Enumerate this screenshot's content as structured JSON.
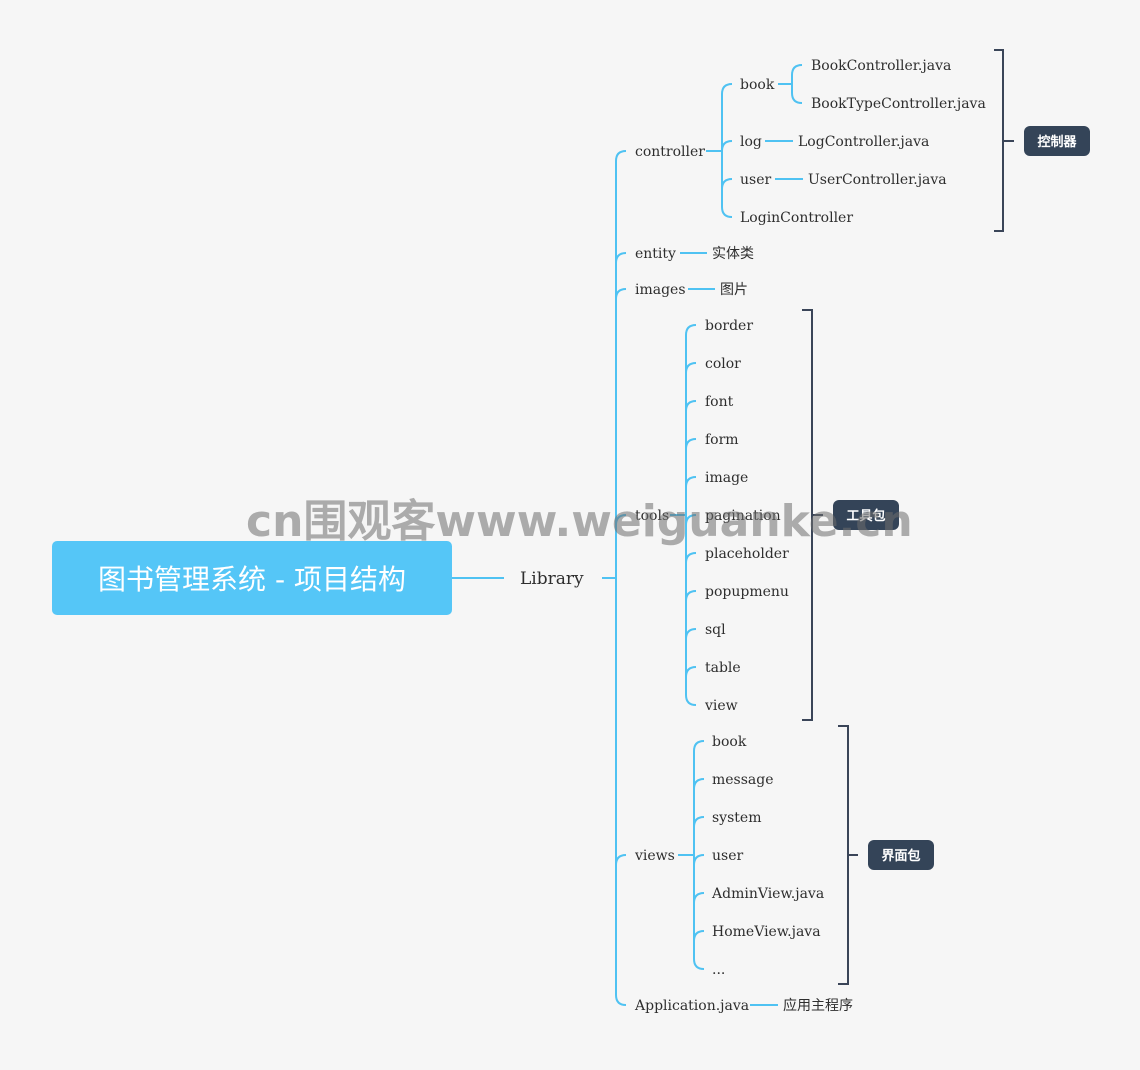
{
  "root": {
    "title": "图书管理系统 - 项目结构",
    "color": "#55c6f7"
  },
  "library": {
    "label": "Library"
  },
  "line_color": "#4fc2f2",
  "tag_color": "#344458",
  "branches": {
    "controller": {
      "label": "controller",
      "children": {
        "book": {
          "label": "book",
          "files": [
            "BookController.java",
            "BookTypeController.java"
          ]
        },
        "log": {
          "label": "log",
          "file": "LogController.java"
        },
        "user": {
          "label": "user",
          "file": "UserController.java"
        },
        "login": {
          "label": "LoginController"
        }
      },
      "tag": "控制器"
    },
    "entity": {
      "label": "entity",
      "note": "实体类"
    },
    "images": {
      "label": "images",
      "note": "图片"
    },
    "tools": {
      "label": "tools",
      "children": [
        "border",
        "color",
        "font",
        "form",
        "image",
        "pagination",
        "placeholder",
        "popupmenu",
        "sql",
        "table",
        "view"
      ],
      "tag": "工具包"
    },
    "views": {
      "label": "views",
      "children": [
        "book",
        "message",
        "system",
        "user",
        "AdminView.java",
        "HomeView.java",
        "..."
      ],
      "tag": "界面包"
    },
    "application": {
      "label": "Application.java",
      "note": "应用主程序"
    }
  },
  "watermark": "cn围观客www.weiguanke.cn"
}
